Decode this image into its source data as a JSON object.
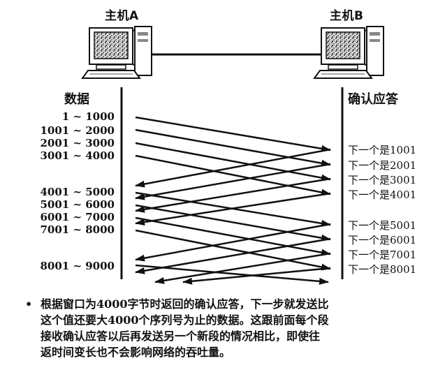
{
  "hosts": {
    "a": {
      "label": "主机A"
    },
    "b": {
      "label": "主机B"
    }
  },
  "columns": {
    "left_title": "数据",
    "right_title": "确认应答"
  },
  "segments": [
    "1 ~ 1000",
    "1001 ~ 2000",
    "2001 ~ 3000",
    "3001 ~ 4000",
    "4001 ~ 5000",
    "5001 ~ 6000",
    "6001 ~ 7000",
    "7001 ~ 8000",
    "8001 ~ 9000"
  ],
  "acks": [
    "下一个是1001",
    "下一个是2001",
    "下一个是3001",
    "下一个是4001",
    "下一个是5001",
    "下一个是6001",
    "下一个是7001",
    "下一个是8001"
  ],
  "note": {
    "bullet": "•",
    "text": "根据窗口为4000字节时返回的确认应答，下一步就发送比\n这个值还要大4000个序列号为止的数据。这跟前面每个段\n接收确认应答以后再发送另一个新段的情况相比，即使往\n返时间变长也不会影响网络的吞吐量。"
  }
}
